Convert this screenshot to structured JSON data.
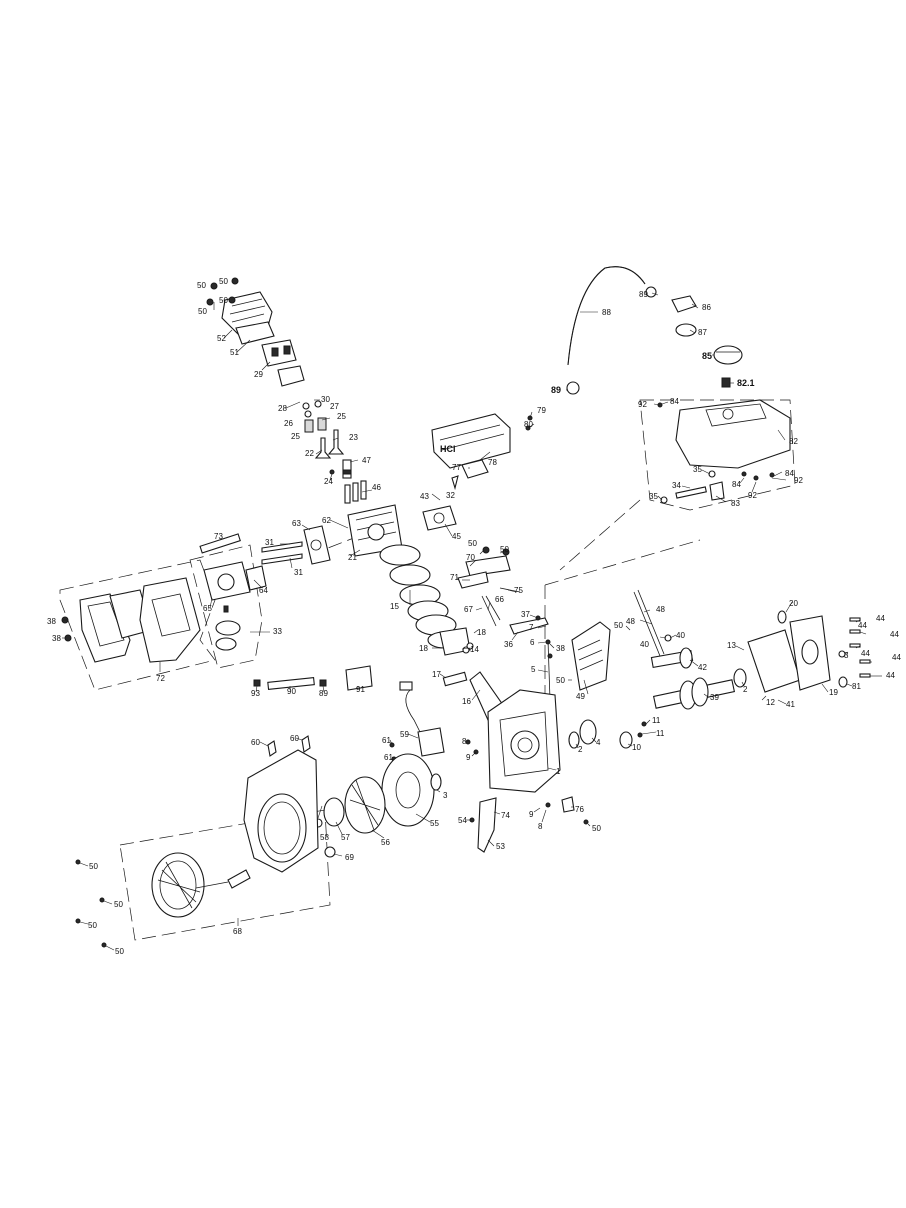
{
  "diagram": {
    "labels": {
      "l50a": "50",
      "l50b": "50",
      "l50c": "50",
      "l50d": "50",
      "l52": "52",
      "l51": "51",
      "l29": "29",
      "l28": "28",
      "l30": "30",
      "l27": "27",
      "l26": "26",
      "l25a": "25",
      "l25b": "25",
      "l23": "23",
      "l22": "22",
      "l47": "47",
      "l24": "24",
      "l46": "46",
      "l43": "43",
      "l32": "32",
      "l45": "45",
      "l62": "62",
      "l21": "21",
      "l63": "63",
      "l73": "73",
      "l31a": "31",
      "l31b": "31",
      "l65": "65",
      "l64": "64",
      "l33": "33",
      "l38a": "38",
      "l38b": "38",
      "l72": "72",
      "l15": "15",
      "l78": "78",
      "l77": "77",
      "l79": "79",
      "l80": "80",
      "l88": "88",
      "l89a": "89",
      "l86": "86",
      "l87": "87",
      "l85": "85",
      "l82_1": "82.1",
      "l89b": "89",
      "l92a": "92",
      "l84a": "84",
      "l82": "82",
      "l35a": "35",
      "l34": "34",
      "l35b": "35",
      "l84b": "84",
      "l92b": "92",
      "l84c": "84",
      "l92c": "92",
      "l83": "83",
      "l50e": "50",
      "l50f": "50",
      "l70": "70",
      "l71": "71",
      "l75": "75",
      "l67": "67",
      "l66": "66",
      "l18a": "18",
      "l18b": "18",
      "l14": "14",
      "l17": "17",
      "l16": "16",
      "l37": "37",
      "l7": "7",
      "l6": "6",
      "l36": "36",
      "l38c": "38",
      "l5": "5",
      "l50g": "50",
      "l49": "49",
      "l50h": "50",
      "l48a": "48",
      "l48b": "48",
      "l40a": "40",
      "l40b": "40",
      "l42": "42",
      "l20": "20",
      "l44a": "44",
      "l44b": "44",
      "l44c": "44",
      "l44d": "44",
      "l44e": "44",
      "l3a": "3",
      "l13": "13",
      "l19": "19",
      "l81": "81",
      "l12": "12",
      "l41": "41",
      "l2a": "2",
      "l39": "39",
      "l11a": "11",
      "l11b": "11",
      "l10": "10",
      "l4": "4",
      "l2b": "2",
      "l93": "93",
      "l90": "90",
      "l89c": "89",
      "l91": "91",
      "l59": "59",
      "l61a": "61",
      "l61b": "61",
      "l8": "8",
      "l9a": "9",
      "l1": "1",
      "l60a": "60",
      "l60b": "60",
      "l58": "58",
      "l57": "57",
      "l56": "56",
      "l55": "55",
      "l3b": "3",
      "l69": "69",
      "l54": "54",
      "l74": "74",
      "l53": "53",
      "l9b": "9",
      "l8b": "8",
      "l76": "76",
      "l50i": "50",
      "l68": "68",
      "l50j": "50",
      "l50k": "50",
      "l50l": "50",
      "l50m": "50"
    }
  }
}
